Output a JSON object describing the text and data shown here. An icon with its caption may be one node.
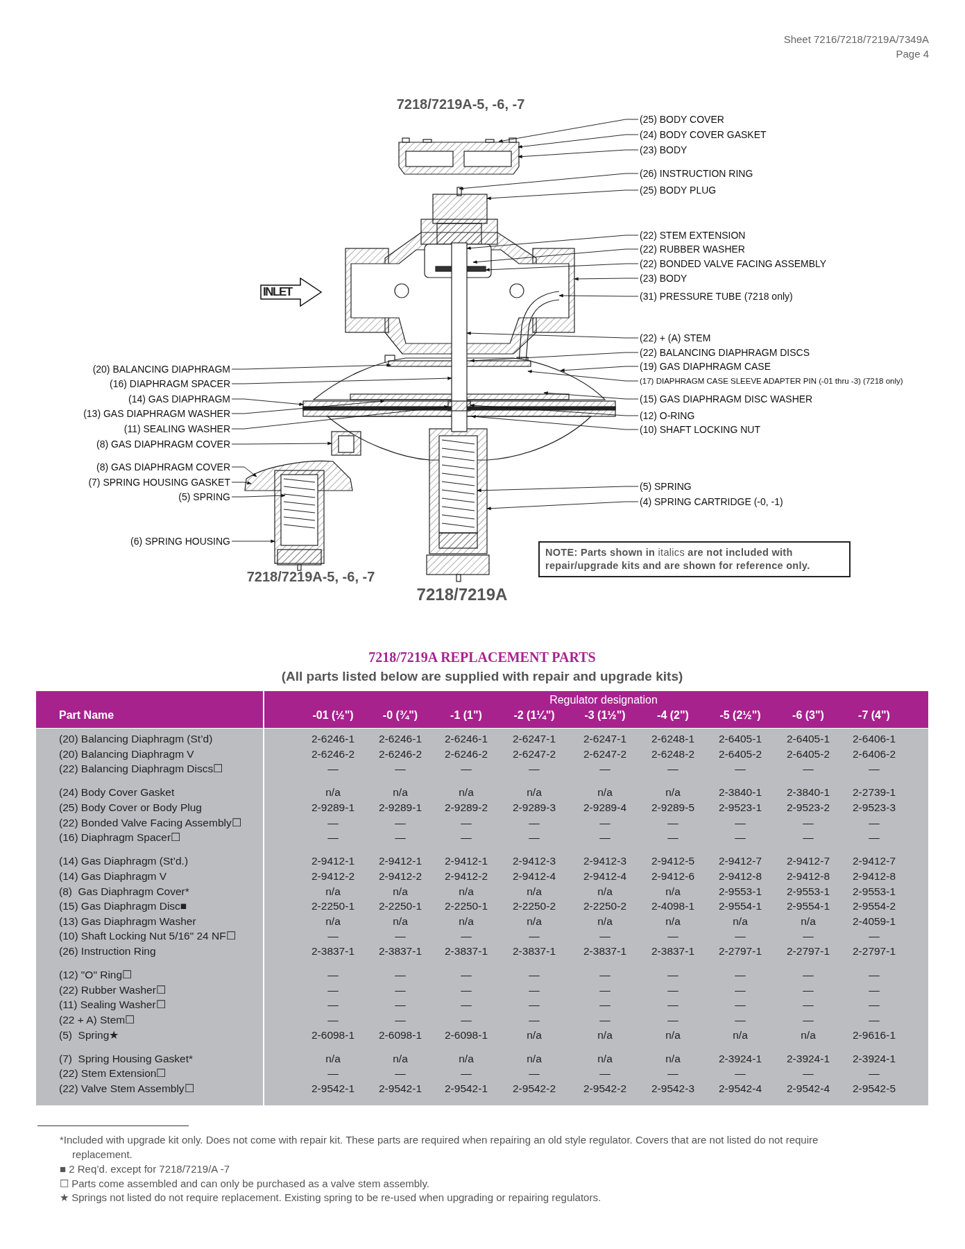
{
  "diagram": {
    "nodes": [
      {
        "text": [
          "(25) BODY COVER"
        ]
      },
      {
        "text": [
          "(24) BODY COVER GASKET"
        ]
      },
      {
        "text": [
          "(23) BODY"
        ]
      },
      {
        "text": [
          "(26) INSTRUCTION RING"
        ]
      },
      {
        "text": [
          "(25) BODY PLUG"
        ]
      },
      {
        "text": [
          "(22) STEM EXTENSION"
        ]
      },
      {
        "text": [
          "(22) RUBBER WASHER"
        ]
      },
      {
        "text": [
          "(22) BONDED VALVE FACING ASSEMBLY"
        ]
      },
      {
        "text": [
          "(23) BODY"
        ]
      },
      {
        "text": [
          "(31) PRESSURE TUBE (7218 only)"
        ]
      },
      {
        "text": [
          "(22) + (A) STEM"
        ]
      },
      {
        "text": [
          "(22) BALANCING DIAPHRAGM DISCS"
        ]
      },
      {
        "text": [
          "(19) GAS DIAPHRAGM CASE"
        ]
      },
      {
        "text": [
          "(17) DIAPHRAGM CASE SLEEVE ADAPTER PIN (-01 thru -3) (7218 only)"
        ]
      },
      {
        "text": [
          "(15) GAS DIAPHRAGM DISC WASHER"
        ]
      },
      {
        "text": [
          "(12) O-RING"
        ]
      },
      {
        "text": [
          "(10) SHAFT LOCKING NUT"
        ]
      },
      {
        "text": [
          "(5) SPRING"
        ]
      },
      {
        "text": [
          "(4) SPRING CARTRIDGE (-0, -1)"
        ]
      },
      {
        "text": [
          "(20) BALANCING DIAPHRAGM"
        ]
      },
      {
        "text": [
          "(16) DIAPHRAGM SPACER"
        ]
      },
      {
        "text": [
          "(14) GAS DIAPHRAGM"
        ]
      },
      {
        "text": [
          "(13) GAS DIAPHRAGM WASHER"
        ]
      },
      {
        "text": [
          "(11) SEALING WASHER"
        ]
      },
      {
        "text": [
          "(8) GAS DIAPHRAGM COVER"
        ]
      },
      {
        "text": [
          "(8) GAS DIAPHRAGM COVER"
        ]
      },
      {
        "text": [
          "(7) SPRING HOUSING GASKET"
        ]
      },
      {
        "text": [
          "(5) SPRING"
        ]
      },
      {
        "text": [
          "(6) SPRING HOUSING"
        ]
      },
      {
        "text": [
          "INLET"
        ]
      },
      {
        "text": [
          "**NOTE: Parts shown in** italics **are not included with repair/upgrade kits and are shown for reference only.**"
        ]
      },
      {
        "text": [],
        "shape": "picture"
      },
      {
        "text": [],
        "shape": "picture"
      },
      {
        "text": [],
        "shape": "picture"
      }
    ],
    "edges": [
      {
        "from": 0,
        "to": 31,
        "arrow": "to"
      },
      {
        "from": 1,
        "to": 31,
        "arrow": "to"
      },
      {
        "from": 2,
        "to": 31,
        "arrow": "to"
      },
      {
        "from": 3,
        "to": 32,
        "arrow": "to"
      },
      {
        "from": 4,
        "to": 32,
        "arrow": "to"
      },
      {
        "from": 5,
        "to": 32,
        "arrow": "to"
      },
      {
        "from": 6,
        "to": 32,
        "arrow": "to"
      },
      {
        "from": 7,
        "to": 32,
        "arrow": "to"
      },
      {
        "from": 8,
        "to": 32,
        "arrow": "to"
      },
      {
        "from": 9,
        "to": 32,
        "arrow": "to"
      },
      {
        "from": 10,
        "to": 32,
        "arrow": "to"
      },
      {
        "from": 11,
        "to": 32,
        "arrow": "to"
      },
      {
        "from": 12,
        "to": 32,
        "arrow": "to"
      },
      {
        "from": 13,
        "to": 32,
        "arrow": "to"
      },
      {
        "from": 14,
        "to": 32,
        "arrow": "to"
      },
      {
        "from": 15,
        "to": 32,
        "arrow": "to"
      },
      {
        "from": 16,
        "to": 32,
        "arrow": "to"
      },
      {
        "from": 17,
        "to": 32,
        "arrow": "to"
      },
      {
        "from": 18,
        "to": 32,
        "arrow": "to"
      },
      {
        "from": 19,
        "to": 32,
        "arrow": "to"
      },
      {
        "from": 20,
        "to": 32,
        "arrow": "to"
      },
      {
        "from": 21,
        "to": 32,
        "arrow": "to"
      },
      {
        "from": 22,
        "to": 32,
        "arrow": "to"
      },
      {
        "from": 23,
        "to": 32,
        "arrow": "to"
      },
      {
        "from": 24,
        "to": 32,
        "arrow": "to"
      },
      {
        "from": 25,
        "to": 33,
        "arrow": "to"
      },
      {
        "from": 26,
        "to": 33,
        "arrow": "to"
      },
      {
        "from": 27,
        "to": 33,
        "arrow": "to"
      },
      {
        "from": 28,
        "to": 33,
        "arrow": "to"
      }
    ],
    "labels": [
      "Sheet 7216/7218/7219A/7349A",
      "Page 4",
      "7218/7219A-5, -6, -7",
      "7218/7219A-5, -6, -7",
      "7218/7219A",
      "7218/7219A REPLACEMENT PARTS",
      "(All parts listed below are supplied with repair and upgrade kits)",
      "Part Name",
      "Regulator designation",
      "-01 (½\")",
      "-0 (¾\")",
      "-1 (1\")",
      "-2 (1¼\")",
      "-3 (1½\")",
      "-4 (2\")",
      "-5 (2½\")",
      "-6 (3\")",
      "-7 (4\")",
      "(20) Balancing Diaphragm (St’d)",
      "2-6246-1",
      "2-6246-1",
      "2-6246-1",
      "2-6247-1",
      "2-6247-1",
      "2-6248-1",
      "2-6405-1",
      "2-6405-1",
      "2-6406-1",
      "(20) Balancing Diaphragm V",
      "2-6246-2",
      "2-6246-2",
      "2-6246-2",
      "2-6247-2",
      "2-6247-2",
      "2-6248-2",
      "2-6405-2",
      "2-6405-2",
      "2-6406-2",
      "(22) Balancing Diaphragm Discs☐",
      "—",
      "—",
      "—",
      "—",
      "—",
      "—",
      "—",
      "—",
      "—",
      "(24) Body Cover Gasket",
      "n/a",
      "n/a",
      "n/a",
      "n/a",
      "n/a",
      "n/a",
      "2-3840-1",
      "2-3840-1",
      "2-2739-1",
      "(25) Body Cover or Body Plug",
      "2-9289-1",
      "2-9289-1",
      "2-9289-2",
      "2-9289-3",
      "2-9289-4",
      "2-9289-5",
      "2-9523-1",
      "2-9523-2",
      "2-9523-3",
      "(22) Bonded Valve Facing Assembly☐",
      "—",
      "—",
      "—",
      "—",
      "—",
      "—",
      "—",
      "—",
      "—",
      "(16) Diaphragm Spacer☐",
      "—",
      "—",
      "—",
      "—",
      "—",
      "—",
      "—",
      "—",
      "—",
      "(14) Gas Diaphragm (St’d.)",
      "2-9412-1",
      "2-9412-1",
      "2-9412-1",
      "2-9412-3",
      "2-9412-3",
      "2-9412-5",
      "2-9412-7",
      "2-9412-7",
      "2-9412-7",
      "(14) Gas Diaphragm V",
      "2-9412-2",
      "2-9412-2",
      "2-9412-2",
      "2-9412-4",
      "2-9412-4",
      "2-9412-6",
      "2-9412-8",
      "2-9412-8",
      "2-9412-8",
      "(8)  Gas Diaphragm Cover*",
      "n/a",
      "n/a",
      "n/a",
      "n/a",
      "n/a",
      "n/a",
      "2-9553-1",
      "2-9553-1",
      "2-9553-1",
      "(15) Gas Diaphragm Disc■",
      "2-2250-1",
      "2-2250-1",
      "2-2250-1",
      "2-2250-2",
      "2-2250-2",
      "2-4098-1",
      "2-9554-1",
      "2-9554-1",
      "2-9554-2",
      "(13) Gas Diaphragm Washer",
      "n/a",
      "n/a",
      "n/a",
      "n/a",
      "n/a",
      "n/a",
      "n/a",
      "n/a",
      "2-4059-1",
      "(10) Shaft Locking Nut 5/16\" 24 NF☐",
      "—",
      "—",
      "—",
      "—",
      "—",
      "—",
      "—",
      "—",
      "—",
      "(26) Instruction Ring",
      "2-3837-1",
      "2-3837-1",
      "2-3837-1",
      "2-3837-1",
      "2-3837-1",
      "2-3837-1",
      "2-2797-1",
      "2-2797-1",
      "2-2797-1",
      "(12) \"O\" Ring☐",
      "—",
      "—",
      "—",
      "—",
      "—",
      "—",
      "—",
      "—",
      "—",
      "(22) Rubber Washer☐",
      "—",
      "—",
      "—",
      "—",
      "—",
      "—",
      "—",
      "—",
      "—",
      "(11) Sealing Washer☐",
      "—",
      "—",
      "—",
      "—",
      "—",
      "—",
      "—",
      "—",
      "—",
      "(22 + A) Stem☐",
      "—",
      "—",
      "—",
      "—",
      "—",
      "—",
      "—",
      "—",
      "—",
      "(5)  Spring★",
      "2-6098-1",
      "2-6098-1",
      "2-6098-1",
      "n/a",
      "n/a",
      "n/a",
      "n/a",
      "n/a",
      "2-9616-1",
      "(7)  Spring Housing Gasket*",
      "n/a",
      "n/a",
      "n/a",
      "n/a",
      "n/a",
      "n/a",
      "2-3924-1",
      "2-3924-1",
      "2-3924-1",
      "(22) Stem Extension☐",
      "—",
      "—",
      "—",
      "—",
      "—",
      "—",
      "—",
      "—",
      "—",
      "(22) Valve Stem Assembly☐",
      "2-9542-1",
      "2-9542-1",
      "2-9542-1",
      "2-9542-2",
      "2-9542-2",
      "2-9542-3",
      "2-9542-4",
      "2-9542-4",
      "2-9542-5",
      "*Included with upgrade kit only. Does not come with repair kit. These parts are required when repairing an old style regulator. Covers that are not listed do not require replacement.",
      "■ 2 Req’d. except for 7218/7219/A -7",
      "☐ Parts come assembled and can only be purchased as a valve stem assembly.",
      "★ Springs not listed do not require replacement. Existing spring to be re-used when upgrading or repairing regulators."
    ]
  }
}
